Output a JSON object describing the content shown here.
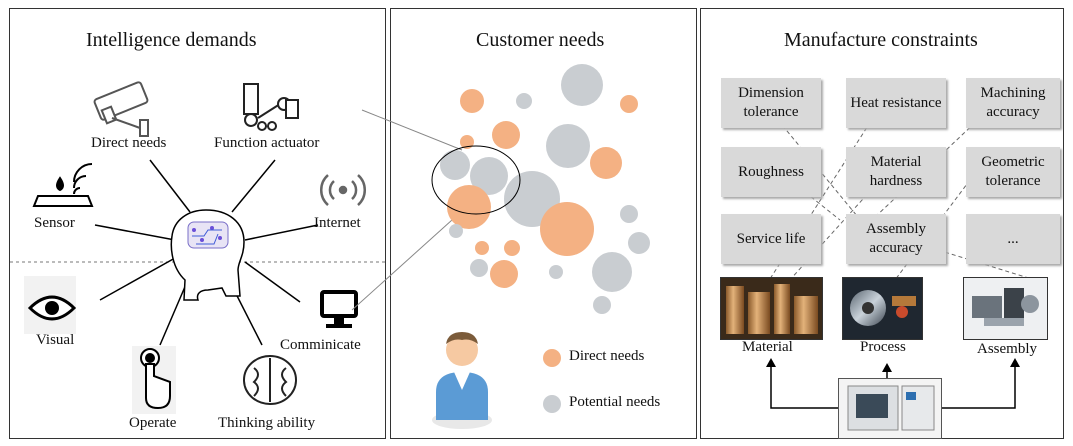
{
  "panels": {
    "intelligence": {
      "title": "Intelligence demands",
      "items": {
        "direct_needs": "Direct needs",
        "function_actuator": "Function actuator",
        "sensor": "Sensor",
        "internet": "Internet",
        "visual": "Visual",
        "communicate": "Comminicate",
        "operate": "Operate",
        "thinking_ability": "Thinking ability"
      }
    },
    "customer": {
      "title": "Customer needs",
      "legend": {
        "direct": "Direct needs",
        "potential": "Potential needs"
      },
      "colors": {
        "direct": "#f4b183",
        "potential": "#c9cdd1"
      }
    },
    "manufacture": {
      "title": "Manufacture constraints",
      "constraints": {
        "dimension_tolerance": "Dimension tolerance",
        "heat_resistance": "Heat resistance",
        "machining_accuracy": "Machining accuracy",
        "roughness": "Roughness",
        "material_hardness": "Material hardness",
        "geometric_tolerance": "Geometric tolerance",
        "service_life": "Service life",
        "assembly_accuracy": "Assembly accuracy",
        "more": "..."
      },
      "stages": {
        "material": "Material",
        "process": "Process",
        "assembly": "Assembly"
      }
    }
  }
}
